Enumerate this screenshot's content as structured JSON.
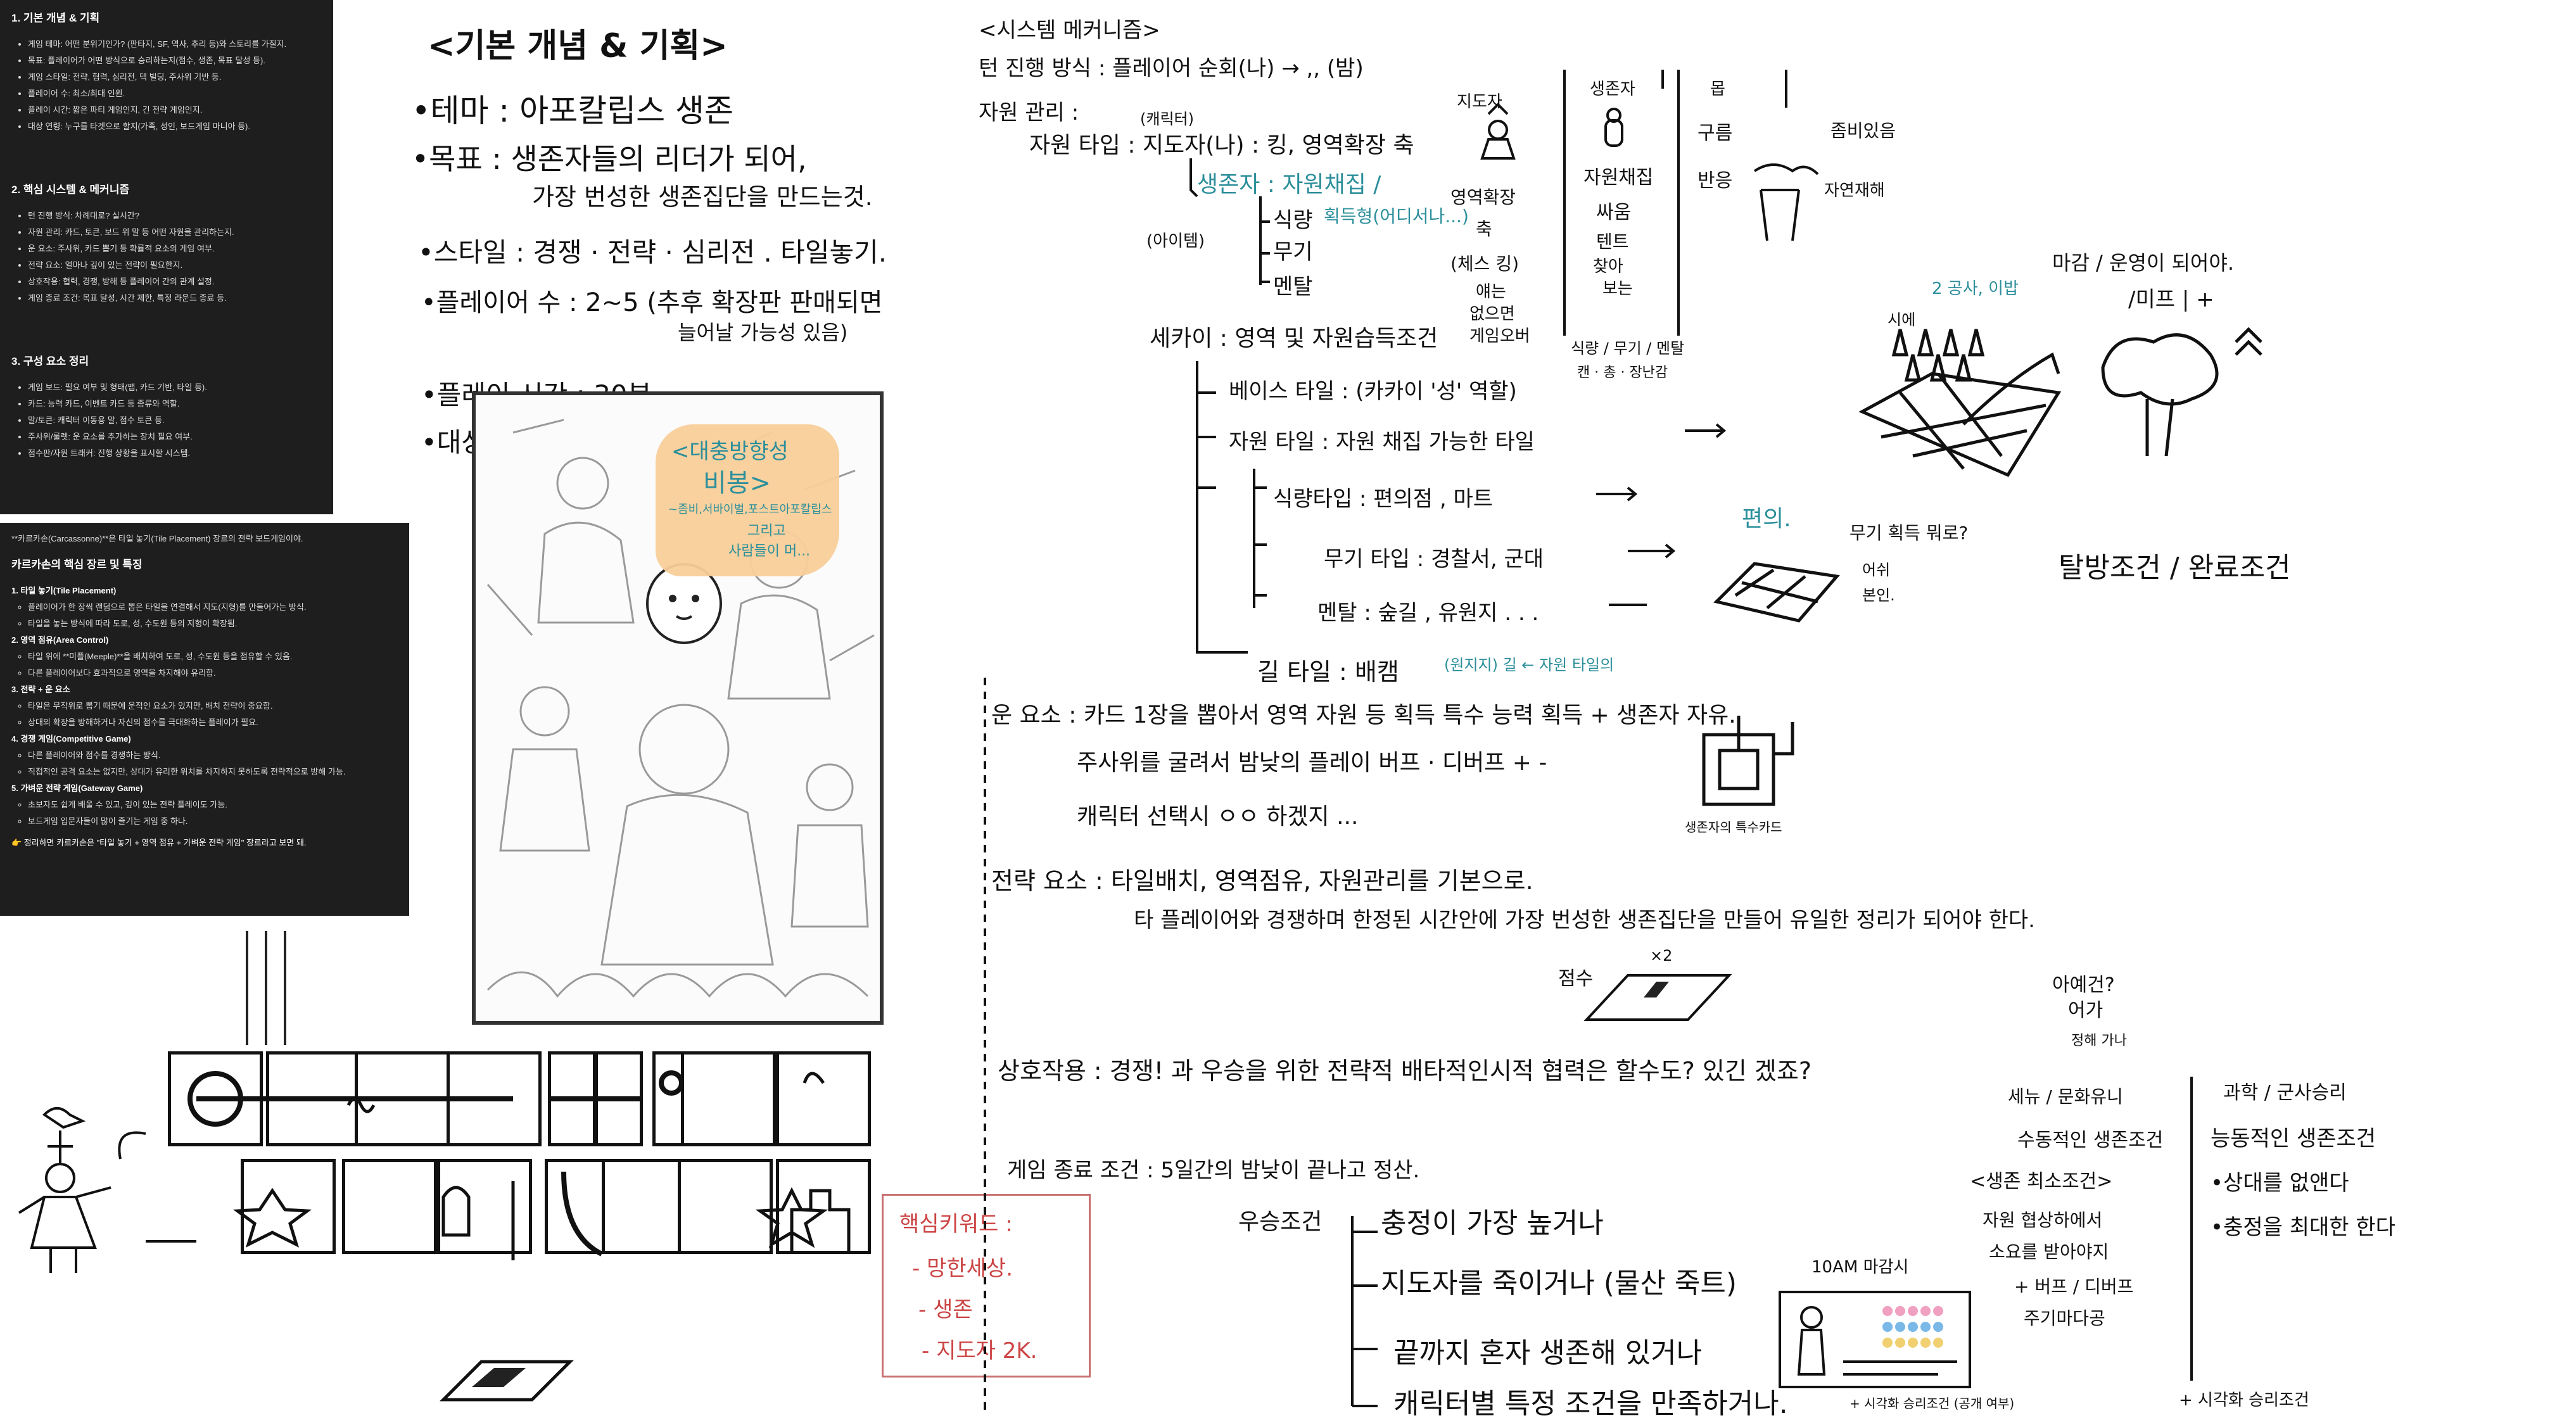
{
  "panel1": {
    "sections": [
      {
        "title": "1. 기본 개념 & 기획",
        "items": [
          "게임 테마: 어떤 분위기인가? (판타지, SF, 역사, 추리 등)와 스토리를 가질지.",
          "목표: 플레이어가 어떤 방식으로 승리하는지(점수, 생존, 목표 달성 등).",
          "게임 스타일: 전략, 협력, 심리전, 덱 빌딩, 주사위 기반 등.",
          "플레이어 수: 최소/최대 인원.",
          "플레이 시간: 짧은 파티 게임인지, 긴 전략 게임인지.",
          "대상 연령: 누구를 타겟으로 할지(가족, 성인, 보드게임 마니아 등)."
        ]
      },
      {
        "title": "2. 핵심 시스템 & 메커니즘",
        "items": [
          "턴 진행 방식: 차례대로? 실시간?",
          "자원 관리: 카드, 토큰, 보드 위 말 등 어떤 자원을 관리하는지.",
          "운 요소: 주사위, 카드 뽑기 등 확률적 요소의 게임 여부.",
          "전략 요소: 얼마나 깊이 있는 전략이 필요한지.",
          "상호작용: 협력, 경쟁, 방해 등 플레이어 간의 관계 설정.",
          "게임 종료 조건: 목표 달성, 시간 제한, 특정 라운드 종료 등."
        ]
      },
      {
        "title": "3. 구성 요소 정리",
        "items": [
          "게임 보드: 필요 여부 및 형태(맵, 카드 기반, 타일 등).",
          "카드: 능력 카드, 이벤트 카드 등 종류와 역할.",
          "말/토큰: 캐릭터 이동용 말, 점수 토큰 등.",
          "주사위/룰렛: 운 요소를 추가하는 장치 필요 여부.",
          "점수판/자원 트래커: 진행 상황을 표시할 시스템."
        ]
      }
    ]
  },
  "panel2": {
    "intro": "**카르카손(Carcassonne)**은 타일 놓기(Tile Placement) 장르의 전략 보드게임이야.",
    "title": "카르카손의 핵심 장르 및 특징",
    "sections": [
      {
        "title": "1. 타일 놓기(Tile Placement)",
        "items": [
          "플레이어가 한 장씩 랜덤으로 뽑은 타일을 연결해서 지도(지형)를 만들어가는 방식.",
          "타일을 놓는 방식에 따라 도로, 성, 수도원 등의 지형이 확장됨."
        ]
      },
      {
        "title": "2. 영역 점유(Area Control)",
        "items": [
          "타일 위에 **미플(Meeple)**을 배치하여 도로, 성, 수도원 등을 점유할 수 있음.",
          "다른 플레이어보다 효과적으로 영역을 차지해야 유리함."
        ]
      },
      {
        "title": "3. 전략 + 운 요소",
        "items": [
          "타일은 무작위로 뽑기 때문에 운적인 요소가 있지만, 배치 전략이 중요함.",
          "상대의 확장을 방해하거나 자신의 점수를 극대화하는 플레이가 필요."
        ]
      },
      {
        "title": "4. 경쟁 게임(Competitive Game)",
        "items": [
          "다른 플레이어와 점수를 경쟁하는 방식.",
          "직접적인 공격 요소는 없지만, 상대가 유리한 위치를 차지하지 못하도록 전략적으로 방해 가능."
        ]
      },
      {
        "title": "5. 가벼운 전략 게임(Gateway Game)",
        "items": [
          "초보자도 쉽게 배울 수 있고, 깊이 있는 전략 플레이도 가능.",
          "보드게임 입문자들이 많이 즐기는 게임 중 하나."
        ]
      }
    ],
    "footer": "👉 정리하면 카르카손은 \"타일 놓기 + 영역 점유 + 가벼운 전략 게임\" 장르라고 보면 돼."
  },
  "left": {
    "heading": "<기본 개념 & 기획>",
    "theme": "•테마 : 아포칼립스 생존",
    "goal1": "•목표 : 생존자들의 리더가 되어,",
    "goal2": "가장 번성한 생존집단을 만드는것.",
    "style": "•스타일 : 경쟁 · 전략 · 심리전 . 타일놓기.",
    "players1": "•플레이어 수 : 2~5 (추후 확장판 판매되면",
    "players2": "늘어날 가능성 있음)",
    "time": "•플레이 시간 : 30분",
    "age": "•대상연령 : 성인",
    "sticky1": "<대충방향성",
    "sticky2": "비봉>",
    "sticky3": "~좀비,서바이벌,포스트아포칼립스",
    "sticky4": "그리고",
    "sticky5": "사람들이 머..."
  },
  "system": {
    "heading": "<시스템 메커니즘>",
    "turn": "턴 진행 방식 : 플레이어 순회(나) → ,, (밤)",
    "resource": "자원 관리 :",
    "resource_type": "자원 타입 : 지도자(나) : 킹, 영역확장 축",
    "char_label": "(캐릭터)",
    "survivor": "생존자 : 자원채집 /",
    "item_label": "(아이템)",
    "food": "식량",
    "weapon": "무기",
    "medicine": "멘탈",
    "acquire": "획득형(어디서나...)",
    "sekai": "세카이 : 영역 및 자원습득조건",
    "base_tile": "베이스 타일 : (카카이 '성' 역할)",
    "resource_tile": "자원 타일 : 자원 채집 가능한 타일",
    "food_tile": "식량타입 : 편의점 , 마트",
    "weapon_tile": "무기 타입 : 경찰서, 군대",
    "mental_tile": "멘탈 : 숲길 , 유원지 . . .",
    "road_tile": "길 타일 : 배캠",
    "road_note": "(원지지) 길 ← 자원 타일의",
    "luck": "운 요소 : 카드 1장을 뽑아서 영역 자원 등 획득 특수 능력 획득 + 생존자 자유.",
    "dice": "주사위를 굴려서 밤낮의 플레이 버프 · 디버프 + -",
    "char_select": "캐릭터 선택시 ㅇㅇ 하겠지 ...",
    "strategy": "전략 요소 : 타일배치, 영역점유, 자원관리를 기본으로.",
    "strategy2": "타 플레이어와 경쟁하며 한정된 시간안에 가장 번성한 생존집단을 만들어 유일한 정리가 되어야 한다.",
    "interaction": "상호작용 : 경쟁! 과 우승을 위한 전략적 배타적인시적 협력은 할수도? 있긴 겠죠?",
    "end": "게임 종료 조건 : 5일간의 밤낮이 끝나고 정산.",
    "win": "우승조건",
    "win1": "충정이 가장 높거나",
    "win2": "지도자를 죽이거나 (물산 죽트)",
    "win3": "끝까지 혼자 생존해 있거나",
    "win4": "캐릭터별 특정 조건을 만족하거나.",
    "score": "점수",
    "score_mult": "×2"
  },
  "table": {
    "h1": "지도자",
    "h2": "생존자",
    "h3": "몹",
    "leader_desc1": "영역확장",
    "leader_desc2": "축",
    "leader_desc3": "(체스 킹)",
    "leader_desc4": "얘는",
    "leader_desc5": "없으면",
    "leader_desc6": "게임오버",
    "surv_desc1": "자원채집",
    "surv_desc2": "싸움",
    "surv_desc3": "텐트",
    "surv_desc4": "찾아",
    "surv_desc5": "보는",
    "mob1": "구름",
    "mob2": "좀비있음",
    "mob3": "반응",
    "mob4": "자연재해",
    "foodcol": "식량 / 무기 / 멘탈",
    "foodcol2": "캔 · 총 · 장난감"
  },
  "right": {
    "night": "마감 / 운영이 되어야.",
    "plus": "/미프 | +",
    "city": "2 공사, 이밥",
    "city2": "시에",
    "end_cond": "탈방조건 / 완료조건",
    "convenience": "편의.",
    "weapon_q": "무기 획득 뭐로?",
    "weapon_q2": "어쉬",
    "weapon_q3": "본인.",
    "card_label": "생존자의 특수카드",
    "random": "아예건?",
    "random2": "어가",
    "random3": "정해 가나",
    "surv_cond": "세뉴 / 문화유니",
    "surv_cond2": "수동적인 생존조건",
    "surv_cond3": "<생존 최소조건>",
    "surv_cond4": "자원 협상하에서",
    "surv_cond5": "소요를 받아야지",
    "surv_cond6": "+ 버프 / 디버프",
    "surv_cond7": "주기마다공",
    "active1": "과학 / 군사승리",
    "active2": "능동적인 생존조건",
    "active3": "•상대를 없앤다",
    "active4": "•충정을 최대한 한다",
    "day": "10AM 마감시",
    "board_note": "+ 시각화 승리조건 (공개 여부)",
    "victory": "+ 시각화 승리조건"
  },
  "keywords": {
    "title": "핵심키워드 :",
    "k1": "- 망한세상.",
    "k2": "- 생존",
    "k3": "- 지도자 2K."
  },
  "colors": {
    "teal": "#2c8f9b",
    "sticky": "#f8cf9a",
    "panel": "#1e1e1e",
    "red": "#c44"
  }
}
